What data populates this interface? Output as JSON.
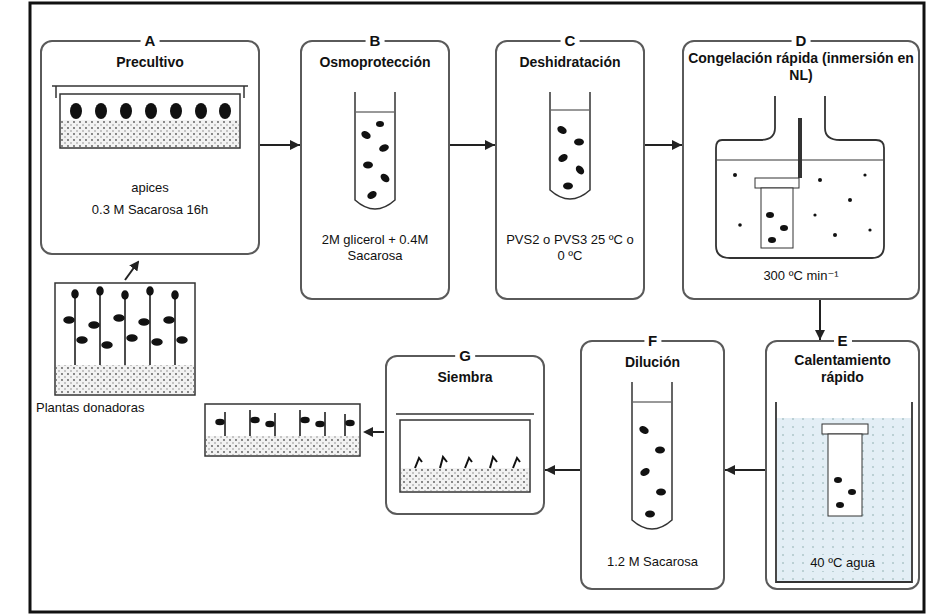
{
  "diagram": {
    "nodes": [
      {
        "text": [
          "A",
          "Precultivo",
          "apices",
          "0.3 M Sacarosa 16h"
        ]
      },
      {
        "text": [
          "B",
          "Osmoprotección",
          "2M glicerol + 0.4M Sacarosa"
        ]
      },
      {
        "text": [
          "C",
          "Deshidratación",
          "PVS2 o PVS3 25 ºC o 0 ºC"
        ]
      },
      {
        "text": [
          "D",
          "Congelación rápida (inmersión en NL)",
          "300 ºC min⁻¹"
        ]
      },
      {
        "text": [
          "E",
          "Calentamiento rápido",
          "40 ºC agua"
        ]
      },
      {
        "text": [
          "F",
          "Dilución",
          "1.2 M Sacarosa"
        ]
      },
      {
        "text": [
          "G",
          "Siembra"
        ]
      }
    ],
    "edges": [
      {
        "from": 0,
        "to": 1,
        "arrow": "to"
      },
      {
        "from": 1,
        "to": 2,
        "arrow": "to"
      },
      {
        "from": 2,
        "to": 3,
        "arrow": "to"
      },
      {
        "from": 3,
        "to": 4,
        "arrow": "to"
      },
      {
        "from": 4,
        "to": 5,
        "arrow": "to"
      },
      {
        "from": 5,
        "to": 6,
        "arrow": "to"
      }
    ],
    "labels": [
      "Plantas donadoras"
    ]
  }
}
